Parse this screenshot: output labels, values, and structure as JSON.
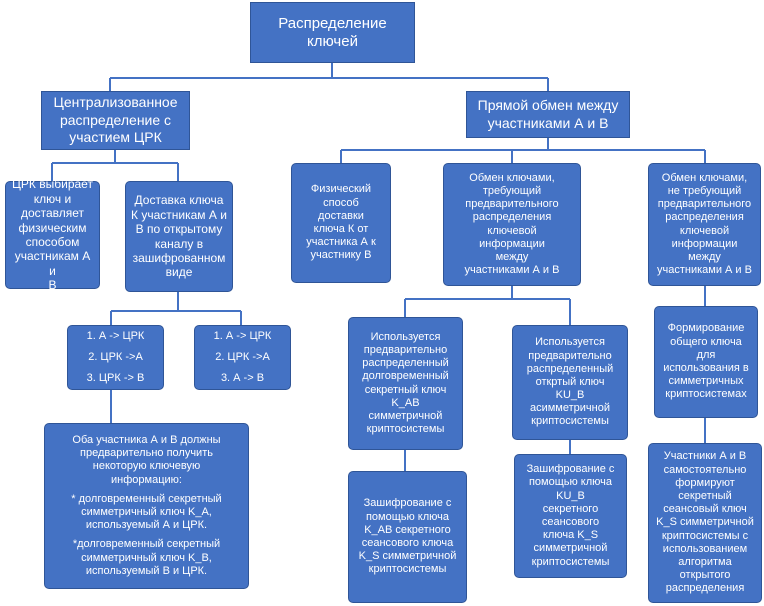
{
  "root": {
    "label": "Распределение\nключей"
  },
  "centralized": {
    "label": "Централизованное\nраспределение с\nучастием ЦРК",
    "children": {
      "physical": {
        "label": "ЦРК выбирает\nключ и\nдоставляет\nфизическим\nспособом\nучастникам А и\nВ"
      },
      "encrypted": {
        "label": "Доставка ключа\nК участникам А и\nВ по открытому\nканалу в\nзашифрованном\nвиде"
      }
    },
    "scheme1": {
      "steps": [
        "1. А -> ЦРК",
        "2. ЦРК ->А",
        "3. ЦРК -> В"
      ]
    },
    "scheme2": {
      "steps": [
        "1. А -> ЦРК",
        "2. ЦРК ->А",
        "3. А -> В"
      ]
    },
    "info": {
      "intro": "Оба участника А и В должны\nпредварительно получить\nнекоторую ключевую\nинформацию:",
      "item1": "* долговременный секретный\nсимметричный ключ K_A,\nиспользуемый А и ЦРК.",
      "item2": "*долговременный секретный\nсимметричный ключ K_B,\nиспользуемый В и ЦРК."
    }
  },
  "direct": {
    "label": "Прямой обмен между\nучастниками А и В",
    "children": {
      "physical": {
        "label": "Физический\nспособ\nдоставки\nключа К от\nучастника А к\nучастнику В"
      },
      "with_predist": {
        "label": "Обмен ключами,\nтребующий\nпредварительного\nраспределения\nключевой\nинформации\nмежду\nучастниками А и В",
        "longterm": {
          "label": "Используется\nпредварительно\nраспределенный\nдолговременный\nсекретный ключ\nK_AB\nсимметричной\nкриптосистемы"
        },
        "longterm_result": {
          "label": "Зашифрование с\nпомощью ключа\nK_AB секретного\nсеансового ключа\nK_S симметричной\nкриптосистемы"
        },
        "public": {
          "label": "Используется\nпредварительно\nраспределенный\nоткртый ключ\nKU_B\nасимметричной\nкриптосистемы"
        },
        "public_result": {
          "label": "Зашифрование с\nпомощью ключа\nKU_B\nсекретного\nсеансового\nключа K_S\nсимметричной\nкриптосистемы"
        }
      },
      "without_predist": {
        "label": "Обмен ключами,\nне требующий\nпредварительного\nраспределения\nключевой\nинформации\nмежду\nучастниками А и В",
        "shared": {
          "label": "Формирование\nобщего ключа\nдля\nиспользования в\nсимметричных\nкриптосистемах"
        },
        "shared_result": {
          "label": "Участники А и В\nсамостоятельно\nформируют\nсекретный\nсеансовый ключ\nK_S симметричной\nкриптосистемы с\nиспользованием\nалгоритма\nоткрытого\nраспределения"
        }
      }
    }
  },
  "colors": {
    "box_fill": "#4472c4",
    "box_border": "#2f5597",
    "connector": "#4472c4",
    "text": "#ffffff"
  }
}
